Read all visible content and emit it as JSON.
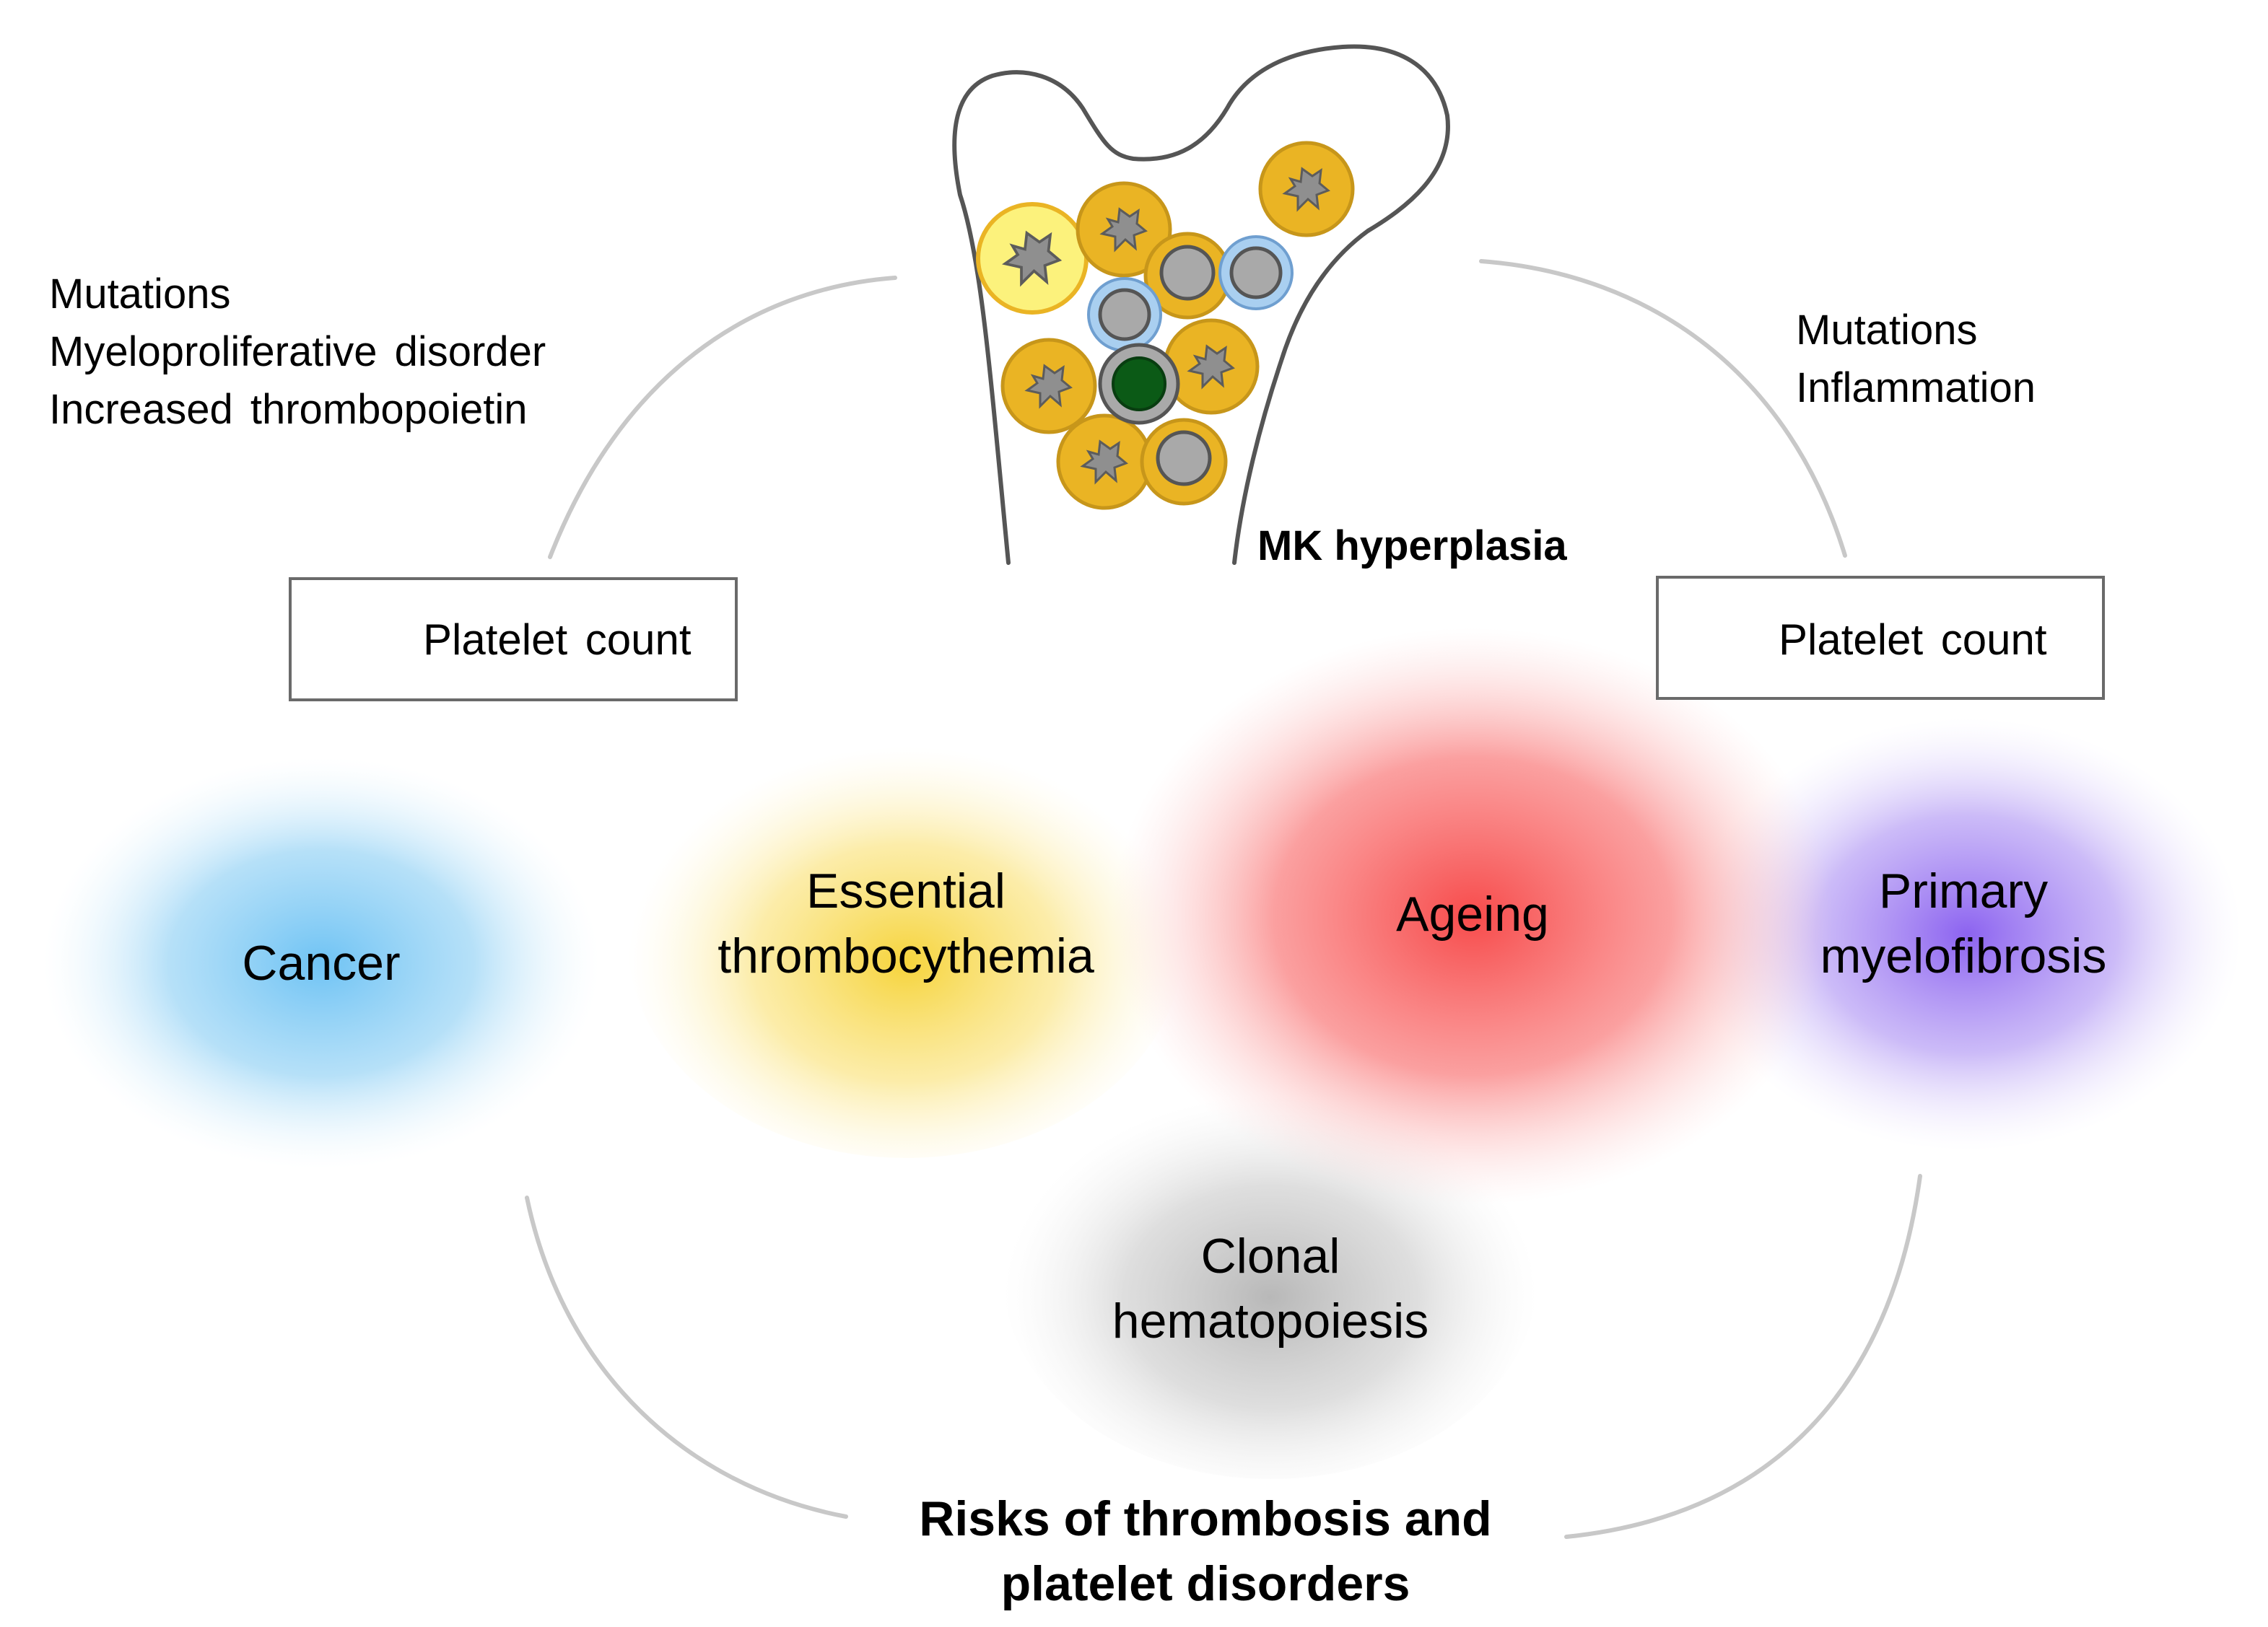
{
  "labels": {
    "left_causes": [
      "Mutations",
      "Myeloproliferative  disorder",
      "Increased  thrombopoietin"
    ],
    "right_causes": [
      "Mutations",
      "Inflammation"
    ],
    "mk_hyperplasia": "MK hyperplasia",
    "increased_platelet": "Platelet  count",
    "decreased_platelet": "Platelet  count",
    "bottom_title": [
      "Risks of thrombosis and",
      "platelet disorders"
    ]
  },
  "conditions": [
    {
      "id": "cancer",
      "lines": [
        "Cancer"
      ],
      "color": "#8fd0f5"
    },
    {
      "id": "essential-thrombocythemia",
      "lines": [
        "Essential",
        "thrombocythemia"
      ],
      "color": "#f9de6a"
    },
    {
      "id": "ageing",
      "lines": [
        "Ageing"
      ],
      "color": "#f76a6a"
    },
    {
      "id": "primary-myelofibrosis",
      "lines": [
        "Primary",
        "myelofibrosis"
      ],
      "color": "#a98ef0"
    },
    {
      "id": "clonal-hematopoiesis",
      "lines": [
        "Clonal",
        "hematopoiesis"
      ],
      "color": "#c9c9c9"
    }
  ],
  "colors": {
    "arrow_up": "#f4c431",
    "arrow_down": "#7a18e8",
    "mk_cell": "#eab424",
    "mk_large": "#fcf27c",
    "cell_gray": "#a9a9a9",
    "cell_blue_ring": "#a9cff0",
    "cell_green": "#0b5a16",
    "arc": "#c8c8c8",
    "box_border": "#6a6a6a"
  },
  "icons": [
    "bone-icon",
    "megakaryocyte-icon",
    "arrow-up-icon",
    "arrow-down-icon"
  ]
}
